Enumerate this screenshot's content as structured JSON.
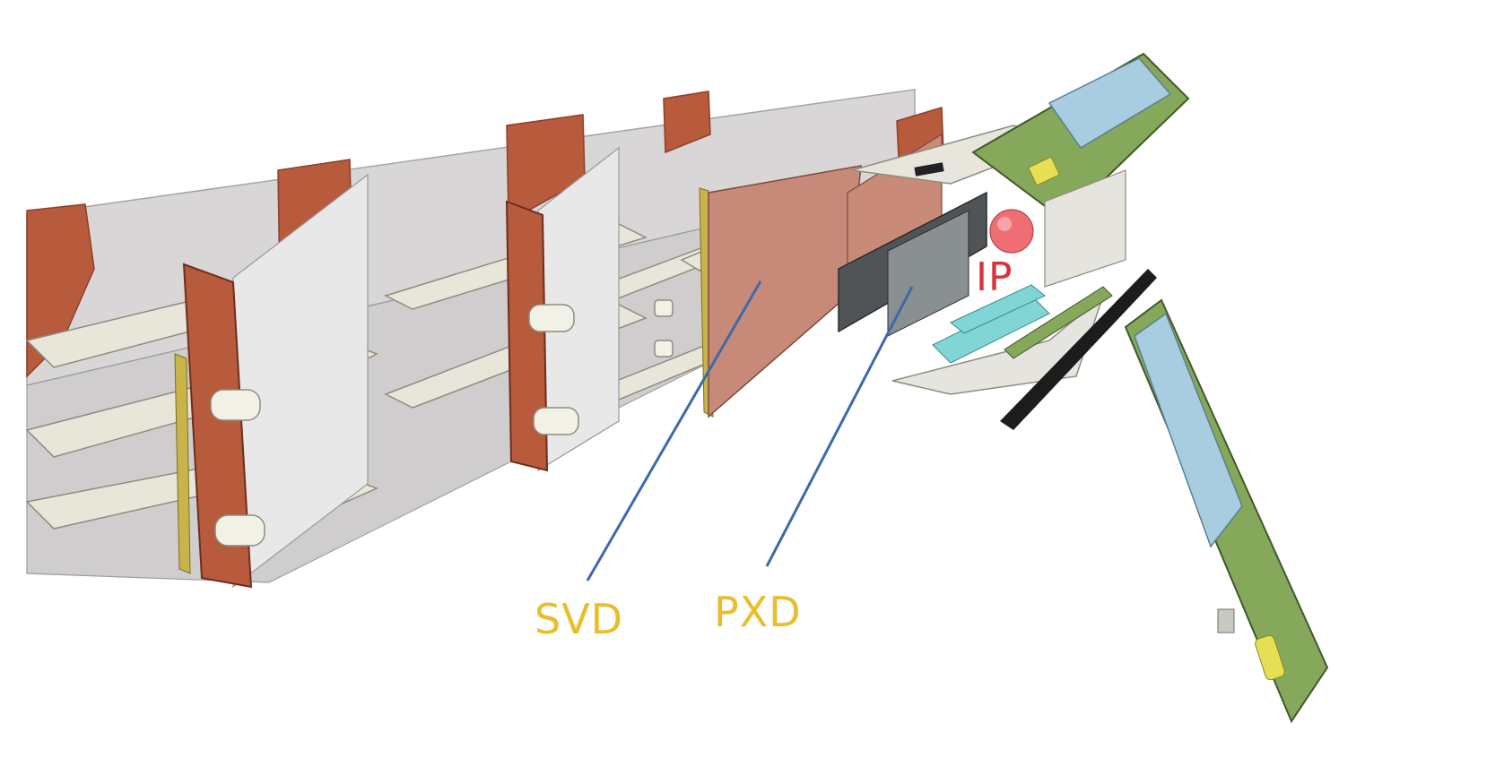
{
  "labels": {
    "svd": "SVD",
    "pxd": "PXD",
    "ip": "IP"
  },
  "colors": {
    "label_yellow": "#e8be2a",
    "label_red": "#d9323b",
    "leader_line": "#3d6aa8",
    "panel_grey": "#d8d6d6",
    "copper": "#b85a3c",
    "copper_dark": "#8e3f28",
    "ladder_pink": "#c88a78",
    "pcb_green": "#86a85a",
    "sensor_blue": "#a9cde0",
    "sensor_cyan": "#7fd6d4",
    "ip_sphere": "#ef6e74"
  }
}
